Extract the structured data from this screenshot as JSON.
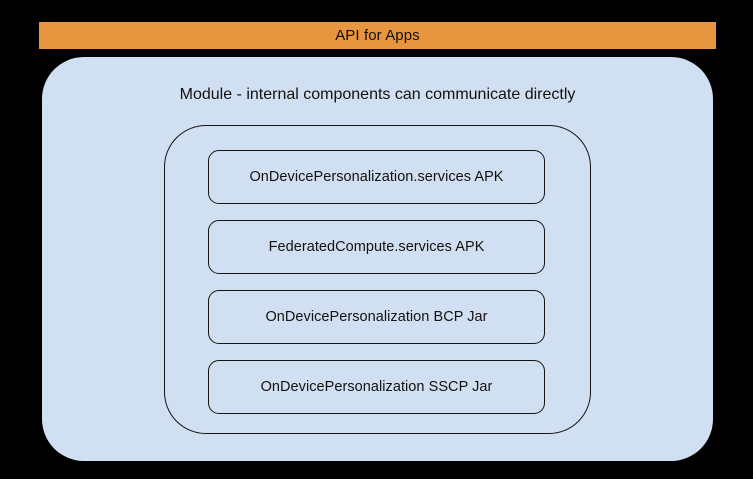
{
  "diagram": {
    "type": "block-diagram",
    "background_color": "#000000",
    "banner": {
      "label": "API for Apps",
      "color": "#e8953f",
      "text_color": "#12100e"
    },
    "module": {
      "caption": "Module - internal components can communicate directly",
      "fill_color": "#d0e0f2",
      "group": {
        "name": "internal-components-group",
        "stroke_color": "#141414",
        "components": [
          {
            "label": "OnDevicePersonalization.services APK",
            "kind": "apk"
          },
          {
            "label": "FederatedCompute.services APK",
            "kind": "apk"
          },
          {
            "label": "OnDevicePersonalization BCP Jar",
            "kind": "jar"
          },
          {
            "label": "OnDevicePersonalization SSCP Jar",
            "kind": "jar"
          }
        ]
      }
    }
  }
}
